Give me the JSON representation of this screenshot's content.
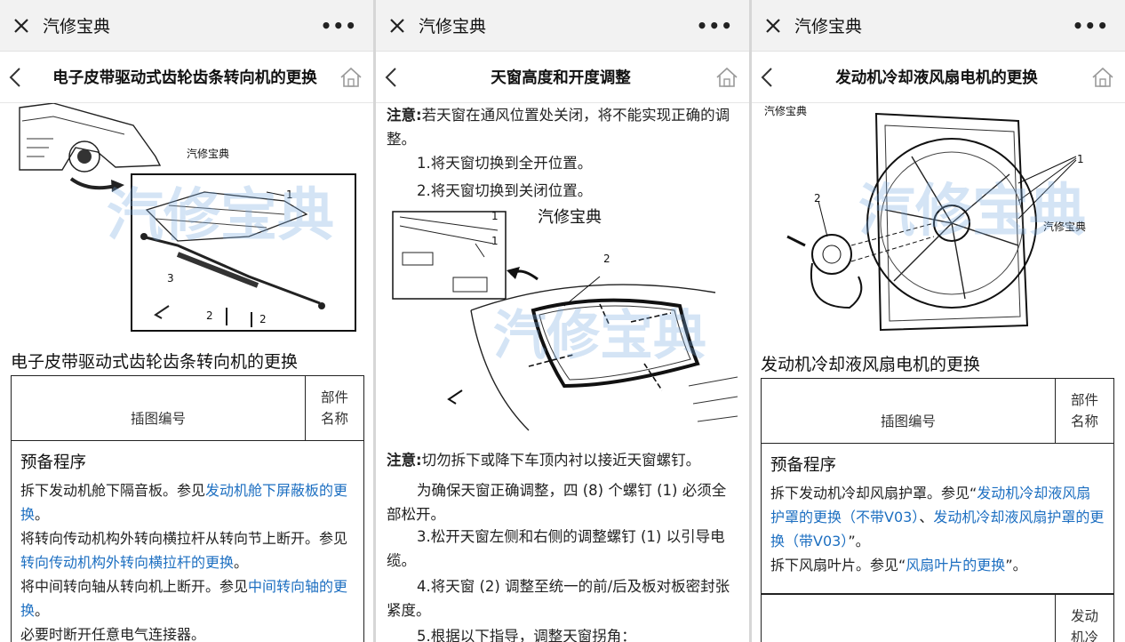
{
  "panels": [
    {
      "app_title": "汽修宝典",
      "page_title": "电子皮带驱动式齿轮齿条转向机的更换",
      "figure": {
        "caption": "汽修宝典",
        "watermark": "汽修宝典",
        "labels": [
          "1",
          "2",
          "2",
          "3"
        ]
      },
      "section_title": "电子皮带驱动式齿轮齿条转向机的更换",
      "table": {
        "col1": "插图编号",
        "col2": "部件名称"
      },
      "procedure": {
        "heading": "预备程序",
        "step1_text": "拆下发动机舱下隔音板。参见",
        "step1_link": "发动机舱下屏蔽板的更换",
        "step1_end": "。",
        "step2_text": "将转向传动机构外转向横拉杆从转向节上断开。参见",
        "step2_link": "转向传动机构外转向横拉杆的更换",
        "step2_end": "。",
        "step3_text": "将中间转向轴从转向机上断开。参见",
        "step3_link": "中间转向轴的更换",
        "step3_end": "。",
        "step4_text": "必要时断开任意电气连接器。"
      }
    },
    {
      "app_title": "汽修宝典",
      "page_title": "天窗高度和开度调整",
      "note1_label": "注意:",
      "note1_text": "若天窗在通风位置处关闭，将不能实现正确的调整。",
      "step1": "1.将天窗切换到全开位置。",
      "step2": "2.将天窗切换到关闭位置。",
      "figure": {
        "caption": "汽修宝典",
        "watermark": "汽修宝典",
        "labels": [
          "1",
          "1",
          "2"
        ]
      },
      "note2_label": "注意:",
      "note2_text": "切勿拆下或降下车顶内衬以接近天窗螺钉。",
      "para1": "为确保天窗正确调整，四 (8) 个螺钉 (1) 必须全部松开。",
      "step3": "3.松开天窗左侧和右侧的调整螺钉 (1) 以引导电缆。",
      "step4": "4.将天窗 (2) 调整至统一的前/后及板对板密封张紧度。",
      "step5": "5.根据以下指导，调整天窗拐角："
    },
    {
      "app_title": "汽修宝典",
      "page_title": "发动机冷却液风扇电机的更换",
      "figure": {
        "caption": "汽修宝典",
        "watermark": "汽修宝典",
        "labels": [
          "1",
          "2"
        ]
      },
      "section_title": "发动机冷却液风扇电机的更换",
      "table": {
        "col1": "插图编号",
        "col2": "部件名称",
        "row2_col2": "发动机冷"
      },
      "procedure": {
        "heading": "预备程序",
        "step1_text": "拆下发动机冷却风扇护罩。参见“",
        "step1_link": "发动机冷却液风扇护罩的更换（不带V03）",
        "step1_mid": "、",
        "step1_link2": "发动机冷却液风扇护罩的更换（带V03）",
        "step1_end": "”。",
        "step2_text": "拆下风扇叶片。参见“",
        "step2_link": "风扇叶片的更换",
        "step2_end": "”。"
      }
    }
  ],
  "colors": {
    "link": "#1d6fc1",
    "bar_bg": "#f2f2f2",
    "watermark": "#78aae1"
  },
  "icons": [
    "close-icon",
    "more-icon",
    "back-icon",
    "home-icon"
  ]
}
